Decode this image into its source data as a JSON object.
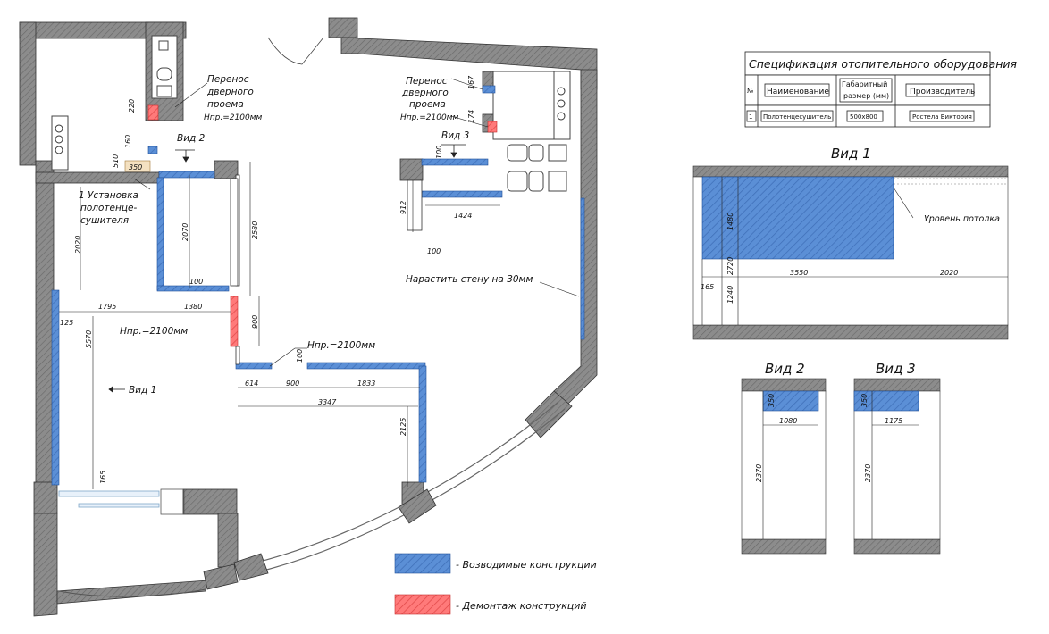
{
  "plan": {
    "notes": {
      "move_door_1": [
        "Перенос",
        "дверного",
        "проема",
        "Нпр.=2100мм"
      ],
      "move_door_2": [
        "Перенос",
        "дверного",
        "проема",
        "Нпр.=2100мм"
      ],
      "install": [
        "1 Установка",
        "полотенце-",
        "сушителя"
      ],
      "view2": "Вид 2",
      "view3": "Вид 3",
      "view1": "Вид 1",
      "door_h_1": "Нпр.=2100мм",
      "door_h_2": "Нпр.=2100мм",
      "extend_wall": "Нарастить стену на 30мм"
    },
    "dims": {
      "d220": "220",
      "d160": "160",
      "d510": "510",
      "d350": "350",
      "d167": "167",
      "d174": "174",
      "d100a": "100",
      "d912": "912",
      "d1424": "1424",
      "d100b": "100",
      "d2020": "2020",
      "d2070": "2070",
      "d2580": "2580",
      "d100c": "100",
      "d1795": "1795",
      "d1380": "1380",
      "d125": "125",
      "d5570": "5570",
      "d900a": "900",
      "d100d": "100",
      "d614": "614",
      "d900b": "900",
      "d1833": "1833",
      "d3347": "3347",
      "d2125": "2125",
      "d165": "165"
    }
  },
  "legend": {
    "build": "- Возводимые конструкции",
    "demolish": "- Демонтаж конструкций",
    "colors": {
      "build": "#5b8fd6",
      "demolish": "#ff6b6b",
      "wall": "#8c8c8c"
    }
  },
  "spec": {
    "title": "Спецификация отопительного оборудования",
    "headers": [
      "№",
      "Наименование",
      "Габаритный размер (мм)",
      "Производитель"
    ],
    "row": [
      "1",
      "Полотенцесушитель",
      "500х800",
      "Ростела Виктория"
    ]
  },
  "view1": {
    "title": "Вид 1",
    "ceiling_label": "Уровень потолка",
    "dims": {
      "d1480": "1480",
      "d2720": "2720",
      "d3550": "3550",
      "d2020": "2020",
      "d165": "165",
      "d1240": "1240"
    }
  },
  "view2": {
    "title": "Вид 2",
    "dims": {
      "d350": "350",
      "d1080": "1080",
      "d2370": "2370"
    }
  },
  "view3": {
    "title": "Вид 3",
    "dims": {
      "d350": "350",
      "d1175": "1175",
      "d2370": "2370"
    }
  }
}
